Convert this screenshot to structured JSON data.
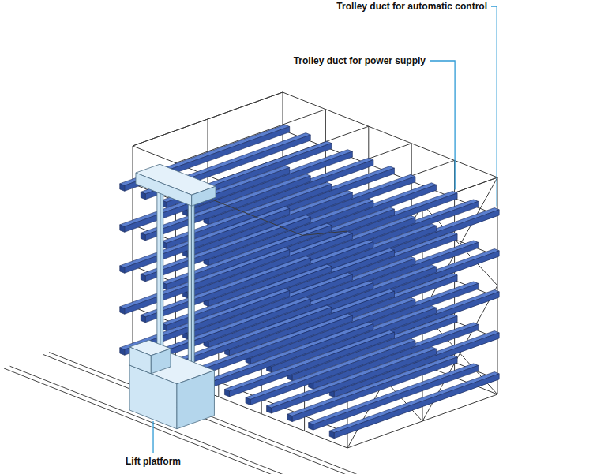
{
  "diagram": {
    "labels": [
      "Trolley duct for automatic control",
      "Trolley duct for power supply",
      "Lift platform"
    ]
  }
}
